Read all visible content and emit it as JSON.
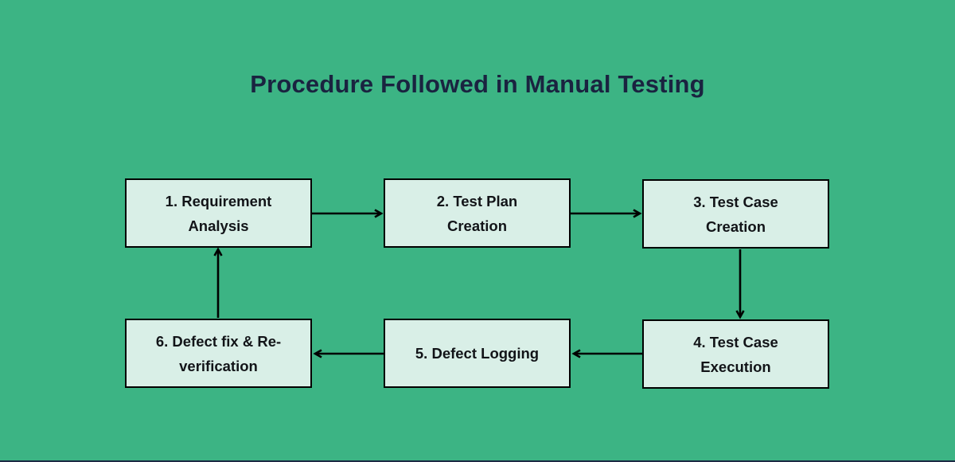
{
  "title": "Procedure Followed in Manual Testing",
  "colors": {
    "background": "#3cb484",
    "node_fill": "#d9efe7",
    "node_border": "#000000",
    "title_text": "#1a2340",
    "node_text": "#121418",
    "arrow": "#000000"
  },
  "nodes": [
    {
      "id": "1",
      "line1": "1. Requirement",
      "line2": "Analysis"
    },
    {
      "id": "2",
      "line1": "2. Test Plan",
      "line2": "Creation"
    },
    {
      "id": "3",
      "line1": "3. Test Case",
      "line2": "Creation"
    },
    {
      "id": "4",
      "line1": "4. Test Case",
      "line2": "Execution"
    },
    {
      "id": "5",
      "line1": "5. Defect Logging",
      "line2": ""
    },
    {
      "id": "6",
      "line1": "6. Defect fix & Re-",
      "line2": "verification"
    }
  ],
  "edges": [
    {
      "from": "1",
      "to": "2"
    },
    {
      "from": "2",
      "to": "3"
    },
    {
      "from": "3",
      "to": "4"
    },
    {
      "from": "4",
      "to": "5"
    },
    {
      "from": "5",
      "to": "6"
    },
    {
      "from": "6",
      "to": "1"
    }
  ]
}
